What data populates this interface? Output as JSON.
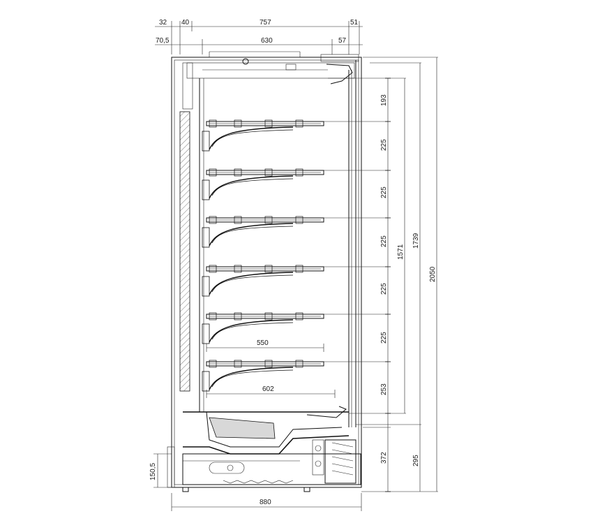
{
  "dimensions": {
    "top_32": "32",
    "top_40": "40",
    "top_757": "757",
    "top_51": "51",
    "top_70_5": "70,5",
    "top_630": "630",
    "top_57": "57",
    "shelf_193": "193",
    "shelf_225_a": "225",
    "shelf_225_b": "225",
    "shelf_225_c": "225",
    "shelf_225_d": "225",
    "shelf_225_e": "225",
    "shelf_253": "253",
    "base_372": "372",
    "h_1571": "1571",
    "h_1739": "1739",
    "base_295": "295",
    "h_2050": "2050",
    "shelf_depth_550": "550",
    "shelf_depth_602": "602",
    "foot_150_5": "150,5",
    "width_880": "880"
  },
  "colors": {
    "line": "#111111",
    "hatch": "#444444",
    "base_fill": "#d8d8d8"
  }
}
